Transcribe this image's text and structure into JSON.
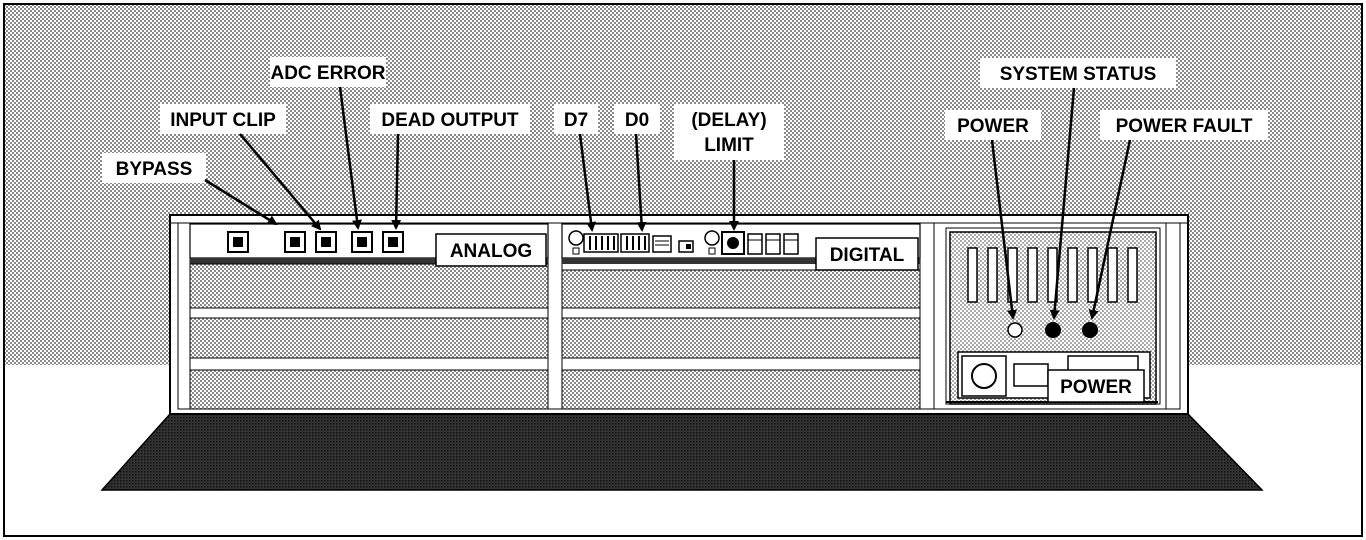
{
  "labels": {
    "bypass": "BYPASS",
    "input_clip": "INPUT CLIP",
    "adc_error": "ADC ERROR",
    "dead_output": "DEAD OUTPUT",
    "d7": "D7",
    "d0": "D0",
    "delay_limit_line1": "(DELAY)",
    "delay_limit_line2": "LIMIT",
    "power_led": "POWER",
    "system_status": "SYSTEM STATUS",
    "power_fault": "POWER FAULT"
  },
  "panels": {
    "analog": "ANALOG",
    "digital": "DIGITAL",
    "power": "POWER"
  },
  "leds": {
    "power": "off",
    "system_status": "on",
    "power_fault": "on"
  },
  "colors": {
    "stroke": "#000000",
    "panel": "#ffffff",
    "table": "#2b2b2b"
  }
}
